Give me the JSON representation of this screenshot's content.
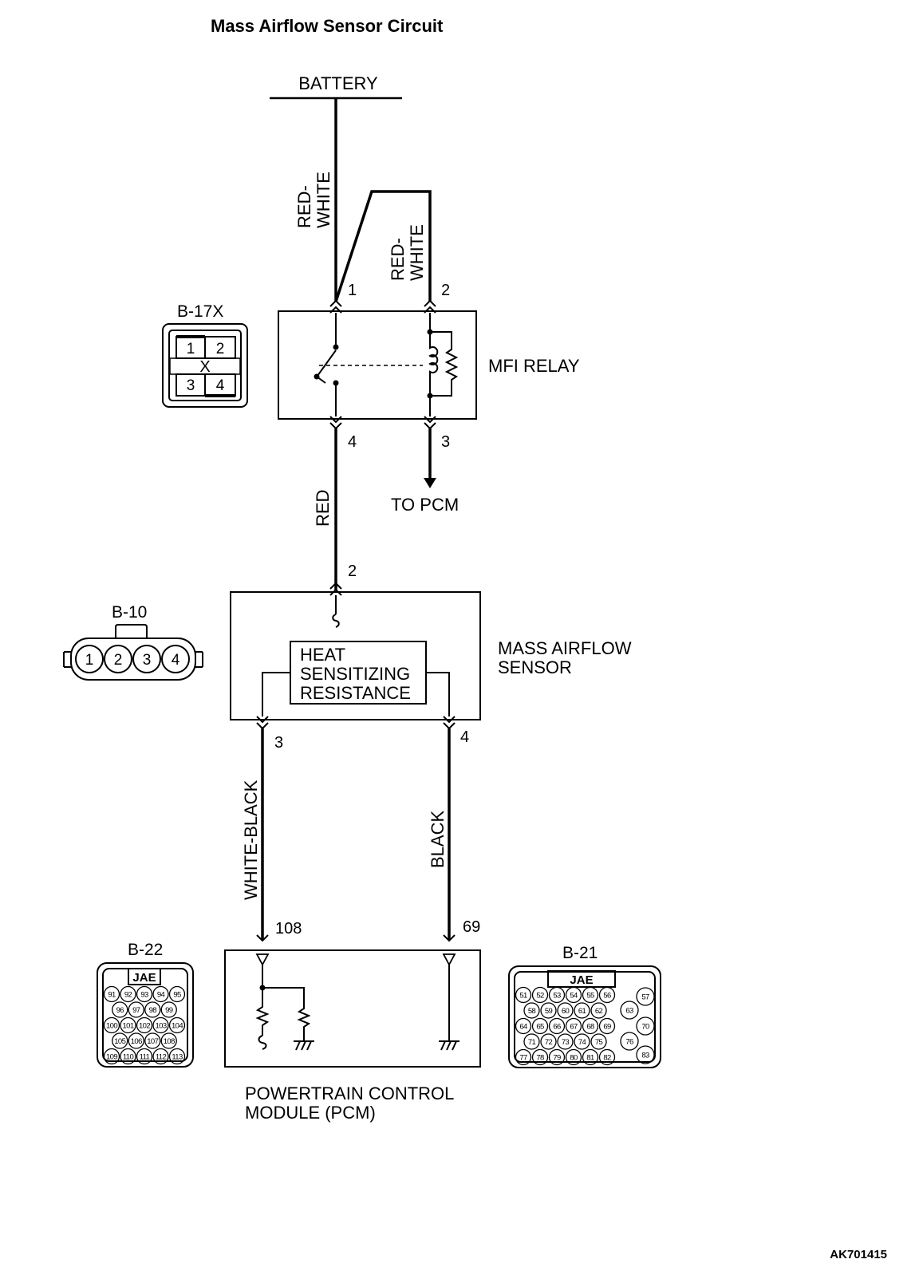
{
  "title": "Mass Airflow Sensor Circuit",
  "battery_label": "BATTERY",
  "wires": {
    "battery_to_relay_1": "RED-\nWHITE",
    "battery_to_relay_2": "RED-\nWHITE",
    "relay_to_sensor": "RED",
    "sensor3_to_pcm": "WHITE-BLACK",
    "sensor4_to_pcm": "BLACK"
  },
  "relay": {
    "label": "MFI RELAY",
    "pins": [
      "1",
      "2",
      "4",
      "3"
    ],
    "to_pcm_label": "TO PCM"
  },
  "sensor": {
    "label_line1": "MASS AIRFLOW",
    "label_line2": "SENSOR",
    "element_line1": "HEAT",
    "element_line2": "SENSITIZING",
    "element_line3": "RESISTANCE",
    "pins": [
      "2",
      "3",
      "4"
    ]
  },
  "pcm": {
    "label_line1": "POWERTRAIN CONTROL",
    "label_line2": "MODULE (PCM)",
    "pins": [
      "108",
      "69"
    ]
  },
  "connectors": {
    "b17x": {
      "name": "B-17X",
      "pins": [
        "1",
        "2",
        "3",
        "4"
      ],
      "mark": "X"
    },
    "b10": {
      "name": "B-10",
      "pins": [
        "1",
        "2",
        "3",
        "4"
      ]
    },
    "b22": {
      "name": "B-22",
      "tag": "JAE",
      "rows": [
        [
          "91",
          "92",
          "93",
          "94",
          "95"
        ],
        [
          "96",
          "97",
          "98",
          "99"
        ],
        [
          "100",
          "101",
          "102",
          "103",
          "104"
        ],
        [
          "105",
          "106",
          "107",
          "108"
        ],
        [
          "109",
          "110",
          "111",
          "112",
          "113"
        ]
      ]
    },
    "b21": {
      "name": "B-21",
      "tag": "JAE",
      "rows": [
        [
          "51",
          "52",
          "53",
          "54",
          "55",
          "56"
        ],
        [
          "58",
          "59",
          "60",
          "61",
          "62"
        ],
        [
          "64",
          "65",
          "66",
          "67",
          "68",
          "69"
        ],
        [
          "71",
          "72",
          "73",
          "74",
          "75"
        ],
        [
          "77",
          "78",
          "79",
          "80",
          "81",
          "82"
        ]
      ],
      "side": [
        "57",
        "63",
        "70",
        "76",
        "83"
      ]
    }
  },
  "figure_code": "AK701415"
}
